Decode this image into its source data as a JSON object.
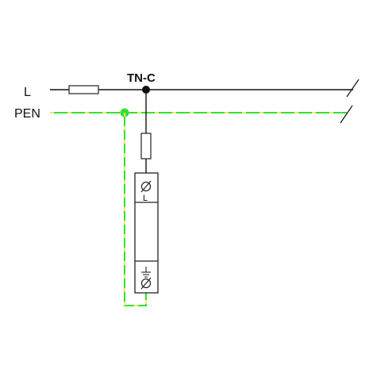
{
  "labels": {
    "phase": "L",
    "pen": "PEN",
    "system": "TN-C",
    "terminal_top": "L"
  },
  "colors": {
    "conductor": "#111111",
    "pen_green": "#34e034",
    "pen_yellow": "#f3e86a",
    "device_fill": "#ffffff",
    "device_stroke": "#222222"
  },
  "icons": {
    "fuse_line": "fuse-icon",
    "fuse_branch": "fuse-icon",
    "terminal_top": "screw-terminal-icon",
    "terminal_bottom": "screw-terminal-icon",
    "earth": "earth-ground-icon"
  }
}
